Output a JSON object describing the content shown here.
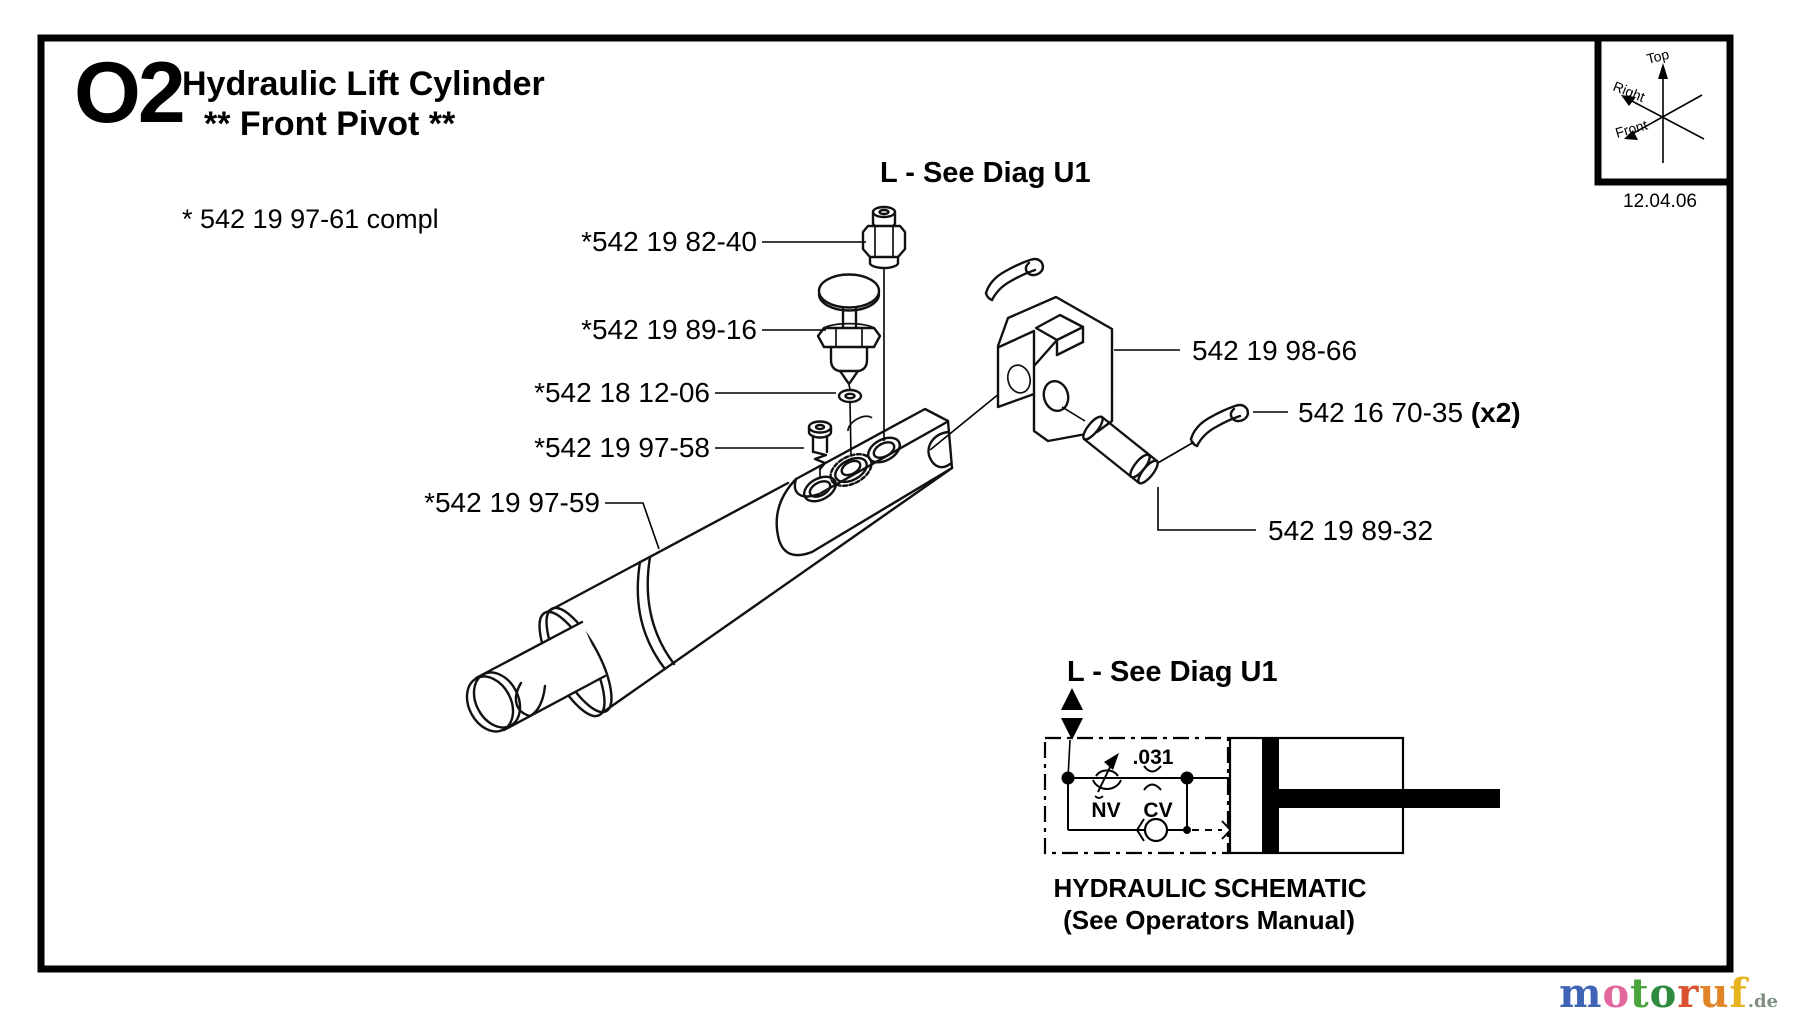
{
  "header": {
    "code": "O2",
    "title": "Hydraulic Lift Cylinder",
    "subtitle": "** Front Pivot **",
    "note": "* 542 19 97-61 compl"
  },
  "orientation_cube": {
    "top": "Top",
    "right": "Right",
    "front": "Front"
  },
  "date_stamp": "12.04.06",
  "diagram": {
    "see_diag_callout": "L - See Diag U1",
    "labels": {
      "fitting": "*542 19 82-40",
      "knob_valve": "*542 19 89-16",
      "washer": "*542 18 12-06",
      "plug": "*542 19 97-58",
      "cylinder_body": "*542 19 97-59",
      "bracket": "542 19 98-66",
      "cotter_pin": "542 16 70-35 ",
      "cotter_pin_qty": "(x2)",
      "pivot_pin": "542 19 89-32"
    }
  },
  "schematic": {
    "see_diag_callout": "L - See Diag U1",
    "orifice_value": ".031",
    "needle_valve": "NV",
    "check_valve": "CV",
    "title": "HYDRAULIC SCHEMATIC",
    "subtitle": "(See Operators Manual)"
  },
  "logo": {
    "letters": [
      {
        "ch": "m",
        "color": "#3f63b5"
      },
      {
        "ch": "o",
        "color": "#e2679e"
      },
      {
        "ch": "t",
        "color": "#4aa53c"
      },
      {
        "ch": "o",
        "color": "#2f8b3f"
      },
      {
        "ch": "r",
        "color": "#d9512e"
      },
      {
        "ch": "u",
        "color": "#e08427"
      },
      {
        "ch": "f",
        "color": "#e7b31f"
      }
    ],
    "tld": ".de",
    "tld_color": "#7f8f82"
  }
}
